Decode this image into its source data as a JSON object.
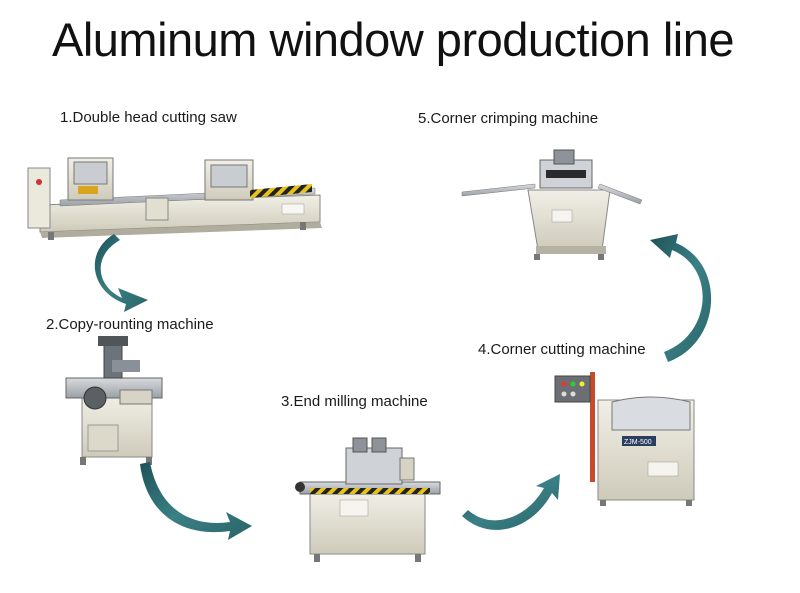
{
  "title": "Aluminum window production line",
  "steps": [
    {
      "label": "1.Double head cutting saw"
    },
    {
      "label": "2.Copy-rounting machine"
    },
    {
      "label": "3.End milling machine"
    },
    {
      "label": "4.Corner cutting machine"
    },
    {
      "label": "5.Corner crimping machine"
    }
  ],
  "machine_markings": {
    "corner_cutting_plate": "ZJM-500"
  },
  "colors": {
    "arrow_teal": "#2f6f73",
    "machine_body": "#e6e3d6",
    "machine_shadow": "#b9b6a8",
    "warning_yellow": "#e8c21c"
  },
  "flow_arrows": [
    {
      "from": 1,
      "to": 2
    },
    {
      "from": 2,
      "to": 3
    },
    {
      "from": 3,
      "to": 4
    },
    {
      "from": 4,
      "to": 5
    }
  ]
}
